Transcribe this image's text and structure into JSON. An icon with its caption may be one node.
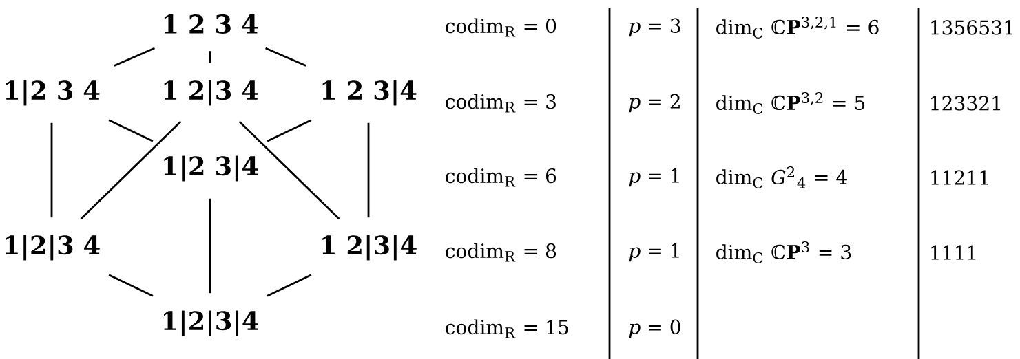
{
  "diagram": {
    "nodes": [
      {
        "text": [
          "1 2 3 4"
        ]
      },
      {
        "text": [
          "1|2 3 4"
        ]
      },
      {
        "text": [
          "1 2|3 4"
        ]
      },
      {
        "text": [
          "1 2 3|4"
        ]
      },
      {
        "text": [
          "1|2 3|4"
        ]
      },
      {
        "text": [
          "1|2|3 4"
        ]
      },
      {
        "text": [
          "1 2|3|4"
        ]
      },
      {
        "text": [
          "1|2|3|4"
        ]
      }
    ],
    "edges": [
      {
        "from": 0,
        "to": 1,
        "arrow": "none"
      },
      {
        "from": 0,
        "to": 2,
        "arrow": "none"
      },
      {
        "from": 0,
        "to": 3,
        "arrow": "none"
      },
      {
        "from": 1,
        "to": 4,
        "arrow": "none"
      },
      {
        "from": 3,
        "to": 4,
        "arrow": "none"
      },
      {
        "from": 2,
        "to": 5,
        "arrow": "none"
      },
      {
        "from": 2,
        "to": 6,
        "arrow": "none"
      },
      {
        "from": 1,
        "to": 5,
        "arrow": "none"
      },
      {
        "from": 3,
        "to": 6,
        "arrow": "none"
      },
      {
        "from": 4,
        "to": 7,
        "arrow": "none"
      },
      {
        "from": 5,
        "to": 7,
        "arrow": "none"
      },
      {
        "from": 6,
        "to": 7,
        "arrow": "none"
      }
    ],
    "labels": [
      "codim$_{R}$ = 0",
      "*p* = 3",
      "dim$_{C}$ ℂ**P**$^{3,2,1}$ = 6",
      "1356531",
      "codim$_{R}$ = 3",
      "*p* = 2",
      "dim$_{C}$ ℂ**P**$^{3,2}$ = 5",
      "123321",
      "codim$_{R}$ = 6",
      "*p* = 1",
      "dim$_{C}$ *G*$^{2}$$_{4}$ = 4",
      "11211",
      "codim$_{R}$ = 8",
      "*p* = 1",
      "dim$_{C}$ ℂ**P**$^{3}$ = 3",
      "1111",
      "codim$_{R}$ = 15",
      "*p* = 0"
    ]
  }
}
